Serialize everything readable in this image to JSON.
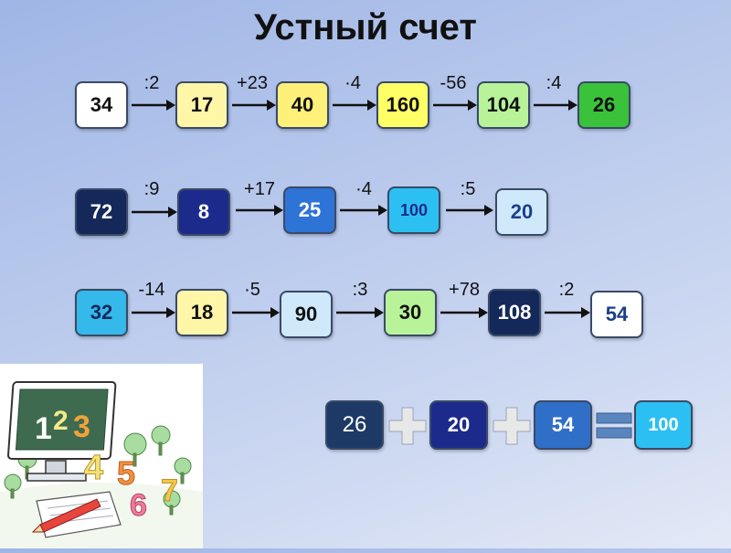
{
  "title": "Устный счет",
  "rows": [
    {
      "boxes": [
        {
          "value": "34",
          "bg": "#ffffff",
          "fg": "#111111"
        },
        {
          "value": "17",
          "bg": "#fff6a8",
          "fg": "#111111"
        },
        {
          "value": "40",
          "bg": "#fff07a",
          "fg": "#111111"
        },
        {
          "value": "160",
          "bg": "#ffff66",
          "fg": "#111111"
        },
        {
          "value": "104",
          "bg": "#b8f39a",
          "fg": "#111111"
        },
        {
          "value": "26",
          "bg": "#39c23a",
          "fg": "#111111"
        }
      ],
      "ops": [
        ":2",
        "+23",
        "·4",
        "-56",
        ":4"
      ]
    },
    {
      "boxes": [
        {
          "value": "72",
          "bg": "#14285a",
          "fg": "#ffffff"
        },
        {
          "value": "8",
          "bg": "#1c2a8c",
          "fg": "#ffffff"
        },
        {
          "value": "25",
          "bg": "#2e73d6",
          "fg": "#ffffff"
        },
        {
          "value": "100",
          "bg": "#2cc0f2",
          "fg": "#1c2a8c"
        },
        {
          "value": "20",
          "bg": "#cfe9fb",
          "fg": "#1c3f8c"
        }
      ],
      "ops": [
        ":9",
        "+17",
        "·4",
        ":5"
      ]
    },
    {
      "boxes": [
        {
          "value": "32",
          "bg": "#35b8ea",
          "fg": "#14285a"
        },
        {
          "value": "18",
          "bg": "#fff6a8",
          "fg": "#111111"
        },
        {
          "value": "90",
          "bg": "#cfe9fb",
          "fg": "#111111"
        },
        {
          "value": "30",
          "bg": "#b8f39a",
          "fg": "#111111"
        },
        {
          "value": "108",
          "bg": "#14285a",
          "fg": "#ffffff"
        },
        {
          "value": "54",
          "bg": "#ffffff",
          "fg": "#1c3f8c"
        }
      ],
      "ops": [
        "-14",
        "·5",
        ":3",
        "+78",
        ":2"
      ]
    }
  ],
  "sum": {
    "terms": [
      {
        "value": "26",
        "bg": "#1d3a66",
        "fg": "#ffffff"
      },
      {
        "value": "20",
        "bg": "#1c2a8c",
        "fg": "#ffffff"
      },
      {
        "value": "54",
        "bg": "#2f6fc8",
        "fg": "#ffffff"
      }
    ],
    "result": {
      "value": "100",
      "bg": "#2cc0f2",
      "fg": "#ffffff"
    }
  },
  "illustration": {
    "icons": [
      "monitor-icon",
      "pencil-icon",
      "paper-icon",
      "tree-icon"
    ],
    "digits": [
      "1",
      "2",
      "3",
      "4",
      "5",
      "6",
      "7"
    ]
  },
  "colors": {
    "arrow": "#111111",
    "plus": "#e8e8e8",
    "equals": "#5a86bf"
  }
}
